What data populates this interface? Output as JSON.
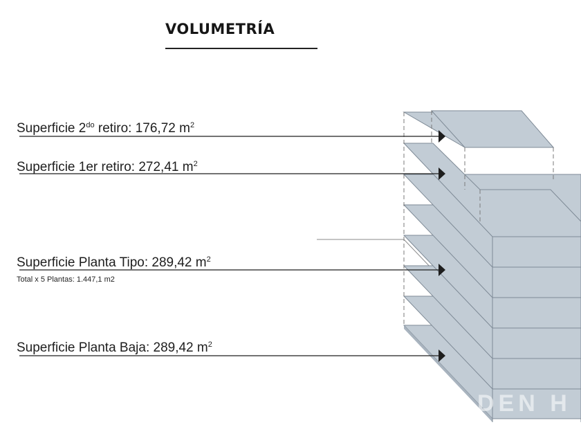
{
  "title": "VOLUMETRÍA",
  "labels": [
    {
      "prefix": "Superficie 2",
      "sup": "do",
      "suffix": " retiro:  176,72 m",
      "unit_sup": "2"
    },
    {
      "prefix": "Superficie 1er retiro:  272,41 m",
      "sup": "",
      "suffix": "",
      "unit_sup": "2"
    },
    {
      "prefix": "Superficie Planta Tipo: 289,42 m",
      "sup": "",
      "suffix": "",
      "unit_sup": "2"
    },
    {
      "prefix": "Superficie Planta Baja: 289,42 m",
      "sup": "",
      "suffix": "",
      "unit_sup": "2"
    }
  ],
  "note": "Total x 5 Plantas:  1.447,1  m2",
  "watermark": "DEN H",
  "colors": {
    "slab": "#c2ccd5",
    "slab_edge": "#7e8a96",
    "leader": "#1e1e1e",
    "dashed": "#7a7a7a"
  }
}
